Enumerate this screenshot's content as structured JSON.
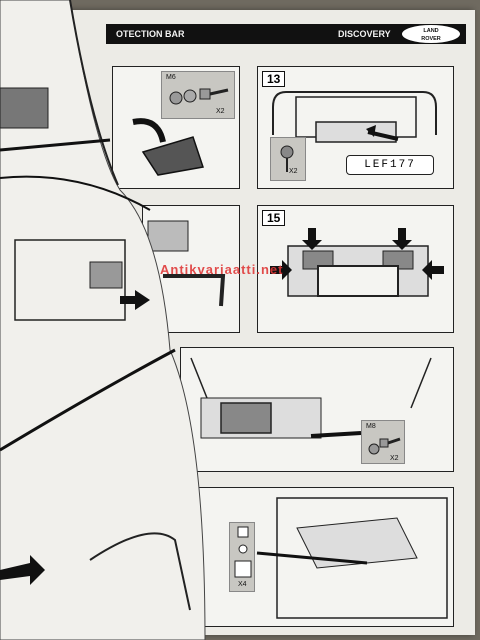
{
  "header": {
    "title": "OTECTION BAR",
    "model": "DISCOVERY",
    "brand_line1": "LAND",
    "brand_line2": "ROVER"
  },
  "steps": [
    {
      "number": "13",
      "plate_text": "LEF177",
      "fastener_qty": "X2"
    },
    {
      "number": "15"
    }
  ],
  "fasteners": {
    "top_label": "M6",
    "top_qty": "X2",
    "mid_label": "M8",
    "mid_qty": "X2",
    "bottom_qty": "X4"
  },
  "watermark": "Antikvariaatti.net",
  "colors": {
    "watermark": "#e03a3a",
    "header": "#111111"
  }
}
